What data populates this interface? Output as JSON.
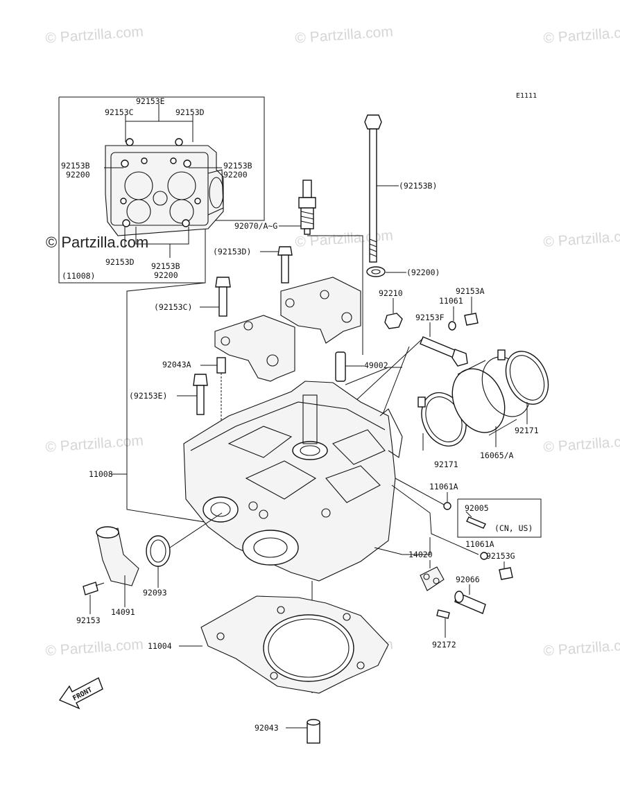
{
  "diagram": {
    "code": "E1111",
    "watermark": "© Partzilla.com",
    "inset_watermark": "© Partzilla.com",
    "front_label": "FRONT",
    "inset_part": "(11008)",
    "parts": {
      "p92153B_paren": "(92153B)",
      "p92200_paren": "(92200)",
      "p92070": "92070/A~G",
      "p92153D_paren": "(92153D)",
      "p92153C_paren": "(92153C)",
      "p92210": "92210",
      "p92153A": "92153A",
      "p11061": "11061",
      "p92153F": "92153F",
      "p49002": "49002",
      "p92043A": "92043A",
      "p92153E_paren": "(92153E)",
      "p92171_a": "92171",
      "p92171_b": "92171",
      "p16065A": "16065/A",
      "p11008": "11008",
      "p11061A_a": "11061A",
      "p92005": "92005",
      "p92005_note": "(CN, US)",
      "p11061A_b": "11061A",
      "p92153G": "92153G",
      "p14020": "14020",
      "p92066": "92066",
      "p92093": "92093",
      "p14091": "14091",
      "p92153": "92153",
      "p92172": "92172",
      "p11004": "11004",
      "p92043": "92043"
    },
    "inset_labels": {
      "i92153E": "92153E",
      "i92153C": "92153C",
      "i92153D_top": "92153D",
      "i92153B_left": "92153B",
      "i92200_left": "92200",
      "i92153B_right": "92153B",
      "i92200_right": "92200",
      "i92153D_bot": "92153D",
      "i92153B_bot": "92153B",
      "i92200_bot": "92200"
    }
  }
}
